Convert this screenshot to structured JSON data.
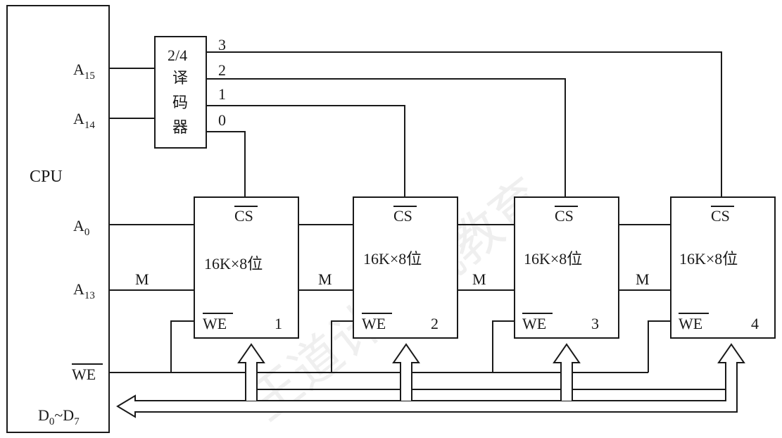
{
  "cpu": {
    "label": "CPU",
    "pins": {
      "a15": {
        "main": "A",
        "sub": "15"
      },
      "a14": {
        "main": "A",
        "sub": "14"
      },
      "a0": {
        "main": "A",
        "sub": "0"
      },
      "a13": {
        "main": "A",
        "sub": "13"
      },
      "we": "WE",
      "data": {
        "d0": "D",
        "d0_sub": "0",
        "tilde": "~",
        "d7": "D",
        "d7_sub": "7"
      }
    }
  },
  "decoder": {
    "lines": [
      "2/4",
      "译",
      "码",
      "器"
    ],
    "outputs": [
      "3",
      "2",
      "1",
      "0"
    ]
  },
  "chips": [
    {
      "cs": "CS",
      "capacity": "16K×8位",
      "we": "WE",
      "number": "1"
    },
    {
      "cs": "CS",
      "capacity": "16K×8位",
      "we": "WE",
      "number": "2"
    },
    {
      "cs": "CS",
      "capacity": "16K×8位",
      "we": "WE",
      "number": "3"
    },
    {
      "cs": "CS",
      "capacity": "16K×8位",
      "we": "WE",
      "number": "4"
    }
  ],
  "bus_labels": [
    "M",
    "M",
    "M",
    "M"
  ],
  "watermark": [
    "王道计算机教育"
  ]
}
